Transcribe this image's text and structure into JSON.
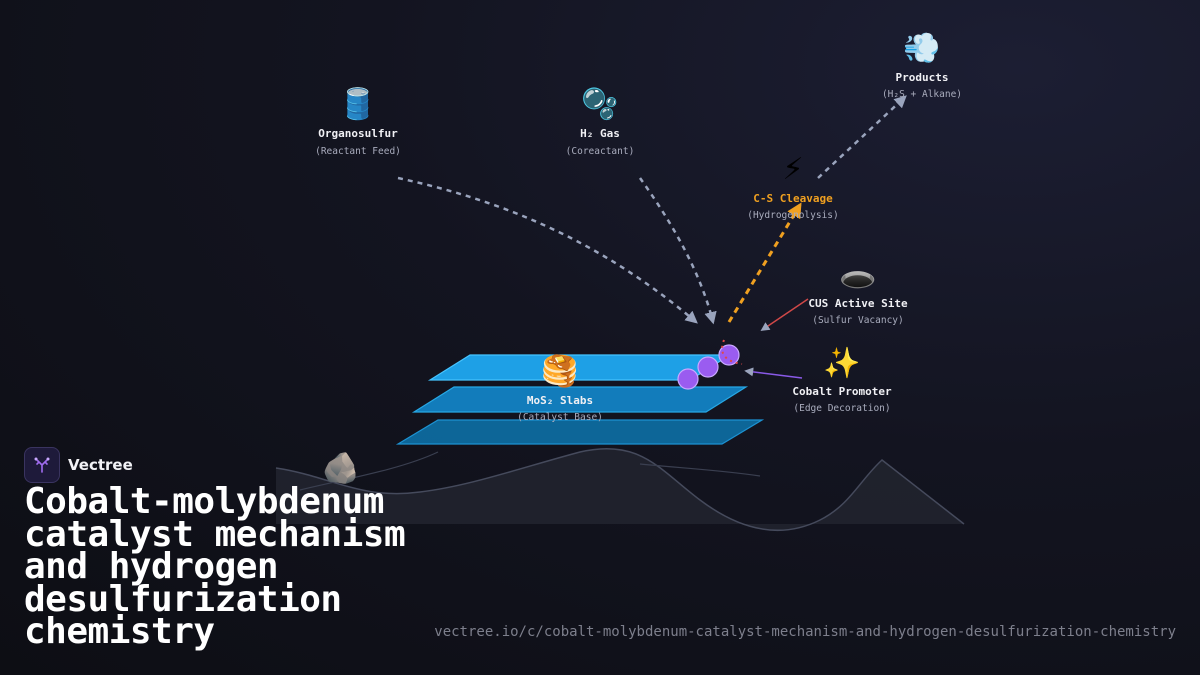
{
  "brand": {
    "name": "Vectree"
  },
  "title": "Cobalt-molybdenum catalyst mechanism and hydrogen desulfurization chemistry",
  "url": "vectree.io/c/cobalt-molybdenum-catalyst-mechanism-and-hydrogen-desulfurization-chemistry",
  "nodes": {
    "organosulfur": {
      "icon": "🛢️",
      "label": "Organosulfur",
      "sub": "(Reactant Feed)"
    },
    "h2_gas": {
      "icon": "🫧",
      "label": "H₂ Gas",
      "sub": "(Coreactant)"
    },
    "products": {
      "icon": "💨",
      "label": "Products",
      "sub": "(H₂S + Alkane)"
    },
    "cs_cleavage": {
      "icon": "⚡",
      "label": "C-S Cleavage",
      "sub": "(Hydrogenolysis)"
    },
    "cus_site": {
      "icon": "🕳️",
      "label": "CUS Active Site",
      "sub": "(Sulfur Vacancy)"
    },
    "cobalt_promoter": {
      "icon": "✨",
      "label": "Cobalt Promoter",
      "sub": "(Edge Decoration)"
    },
    "mos2_slabs": {
      "icon": "🥞",
      "label": "MoS₂ Slabs",
      "sub": "(Catalyst Base)"
    },
    "support": {
      "icon": "🪨"
    }
  },
  "colors": {
    "accent": "#f0a020",
    "slab": "#1ea0e6",
    "promoter": "#9a5cf0",
    "vacancy_arrow": "#d04848",
    "flow_arrow": "#9aa4bd"
  }
}
